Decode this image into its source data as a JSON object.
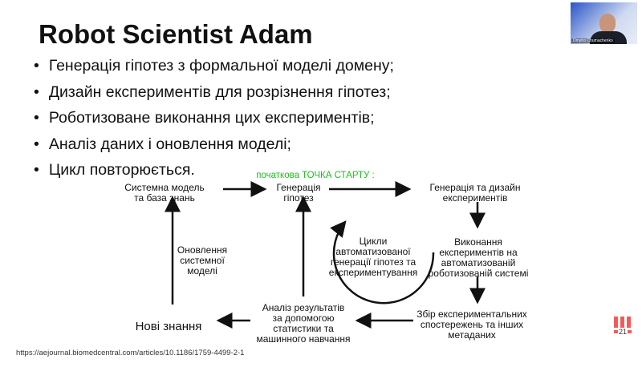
{
  "title": "Robot Scientist Adam",
  "bullets": [
    "Генерація гіпотез з формальної моделі домену;",
    "Дизайн експериментів для розрізнення гіпотез;",
    "Роботизоване виконання цих експериментів;",
    "Аналіз даних і оновлення моделі;",
    "Цикл повторюється."
  ],
  "diagram": {
    "start_label": "початкова ТОЧКА СТАРТУ :",
    "start_color": "#22bb22",
    "nodes": {
      "system_model": [
        "Системна модель",
        "та база знань"
      ],
      "hypothesis_gen": [
        "Генерація",
        "гіпотез"
      ],
      "design": [
        "Генерація та дизайн",
        "експериментів"
      ],
      "execution": [
        "Виконання",
        "експериментів на",
        "автоматизованій",
        "роботизованій системі"
      ],
      "collection": [
        "Збір експериментальних",
        "спостережень та інших",
        "метаданих"
      ],
      "analysis": [
        "Аналіз результатів",
        "за допомогою",
        "статистики та",
        "машинного навчання"
      ],
      "new_knowledge": [
        "Нові знання"
      ],
      "update": [
        "Оновлення",
        "системної",
        "моделі"
      ],
      "cycle": [
        "Цикли",
        "автоматизованої",
        "генерації гіпотез та",
        "експериментування"
      ]
    }
  },
  "video": {
    "participant_name": "Dmytro Chumachenko"
  },
  "url": "https://aejournal.biomedcentral.com/articles/10.1186/1759-4499-2-1",
  "slide_number": "21",
  "logo_color": "#f25a5a"
}
